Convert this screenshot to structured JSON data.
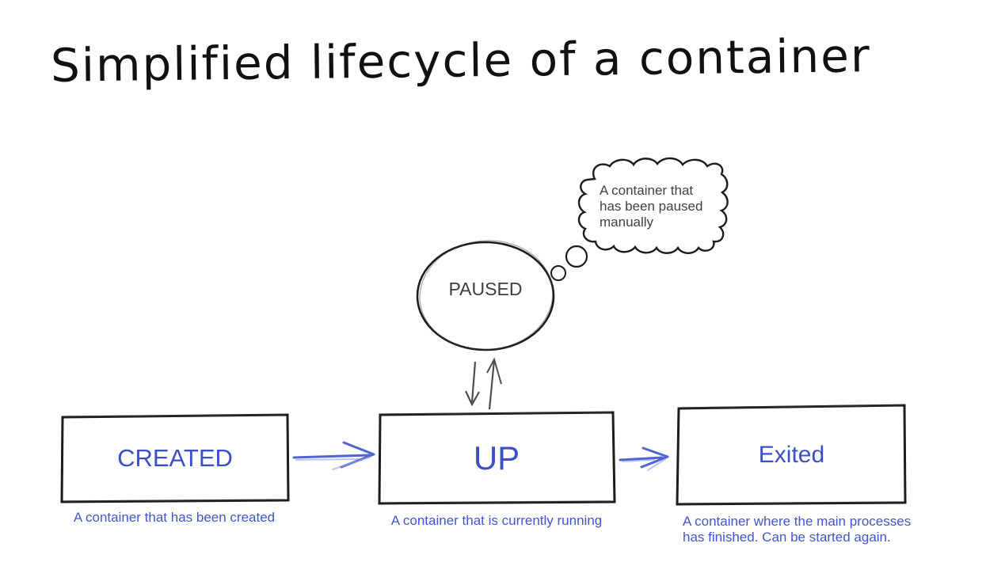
{
  "title": "Simplified lifecycle of a container",
  "bubble": {
    "lines": [
      "A container that",
      "has been paused",
      "manually"
    ]
  },
  "paused": {
    "label": "PAUSED"
  },
  "states": {
    "created": {
      "label": "CREATED",
      "caption": "A container that has been created"
    },
    "up": {
      "label": "UP",
      "caption": "A container that is currently running"
    },
    "exited": {
      "label": "Exited",
      "caption_line1": "A container where the main processes",
      "caption_line2": "has finished. Can be started again."
    }
  },
  "colors": {
    "label_blue": "#3c50c5",
    "caption_blue": "#4155cf",
    "arrow_blue": "#5064d2",
    "ink_black": "#1c1c1c",
    "gray_text": "#3c4043"
  }
}
